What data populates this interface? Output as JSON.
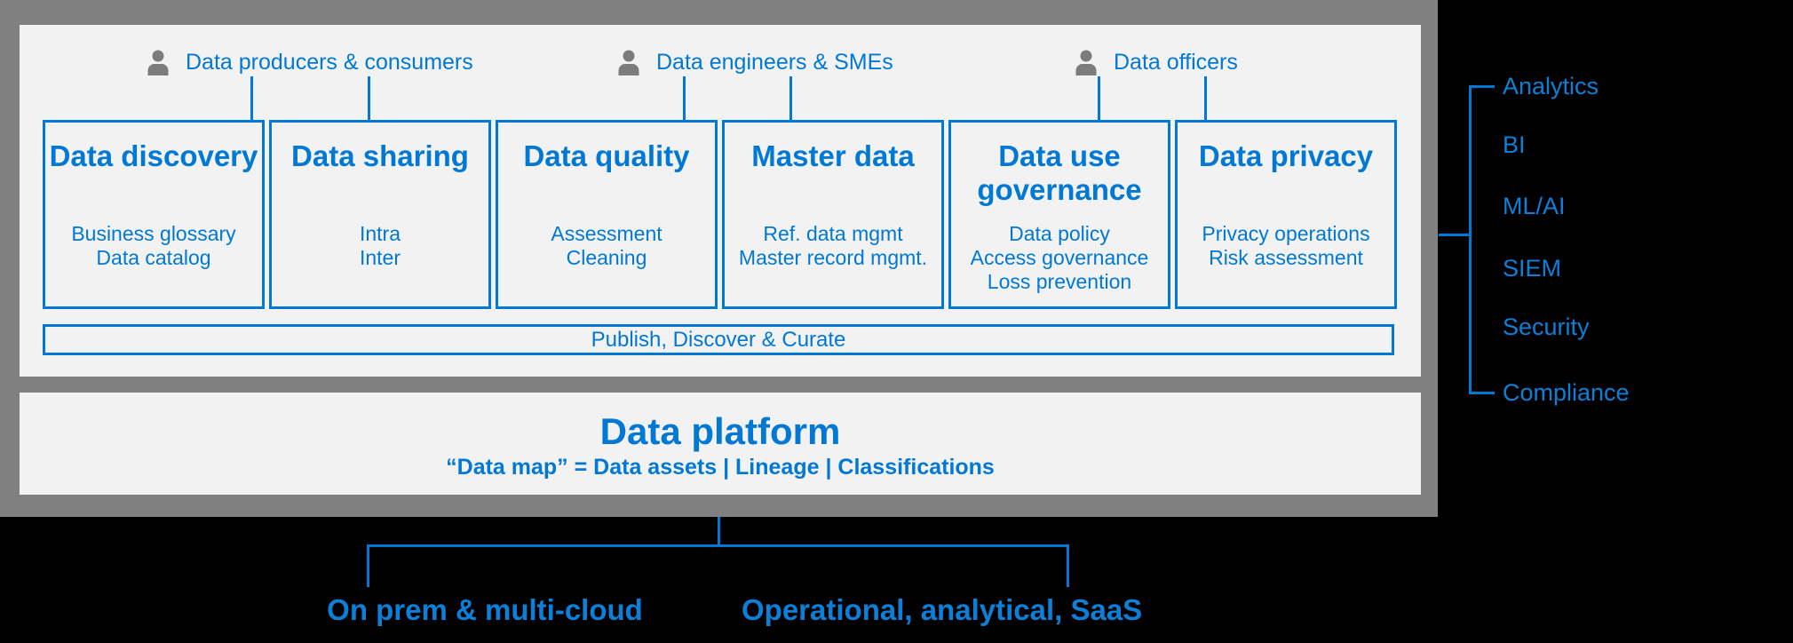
{
  "colors": {
    "accent_blue": "#0078D4",
    "frame_gray": "#808080",
    "panel_bg": "#F2F2F2",
    "background": "#000000",
    "icon_gray": "#7C7C7C"
  },
  "personas": [
    {
      "label": "Data producers & consumers",
      "icon": "person-icon"
    },
    {
      "label": "Data engineers & SMEs",
      "icon": "person-icon"
    },
    {
      "label": "Data officers",
      "icon": "person-icon"
    }
  ],
  "capability_boxes": [
    {
      "title": "Data discovery",
      "items": [
        "Business glossary",
        "Data catalog"
      ]
    },
    {
      "title": "Data sharing",
      "items": [
        "Intra",
        "Inter"
      ]
    },
    {
      "title": "Data quality",
      "items": [
        "Assessment",
        "Cleaning"
      ]
    },
    {
      "title": "Master data",
      "items": [
        "Ref. data mgmt",
        "Master record mgmt."
      ]
    },
    {
      "title": "Data use governance",
      "items": [
        "Data policy",
        "Access governance",
        "Loss prevention"
      ]
    },
    {
      "title": "Data privacy",
      "items": [
        "Privacy operations",
        "Risk assessment"
      ]
    }
  ],
  "publish_bar": {
    "label": "Publish, Discover & Curate"
  },
  "platform": {
    "title": "Data platform",
    "subtitle": "“Data map” = Data assets | Lineage | Classifications"
  },
  "sources": [
    {
      "label": "On prem & multi-cloud"
    },
    {
      "label": "Operational, analytical, SaaS"
    }
  ],
  "consumers": [
    {
      "label": "Analytics"
    },
    {
      "label": "BI"
    },
    {
      "label": "ML/AI"
    },
    {
      "label": "SIEM"
    },
    {
      "label": "Security"
    },
    {
      "label": "Compliance"
    }
  ]
}
